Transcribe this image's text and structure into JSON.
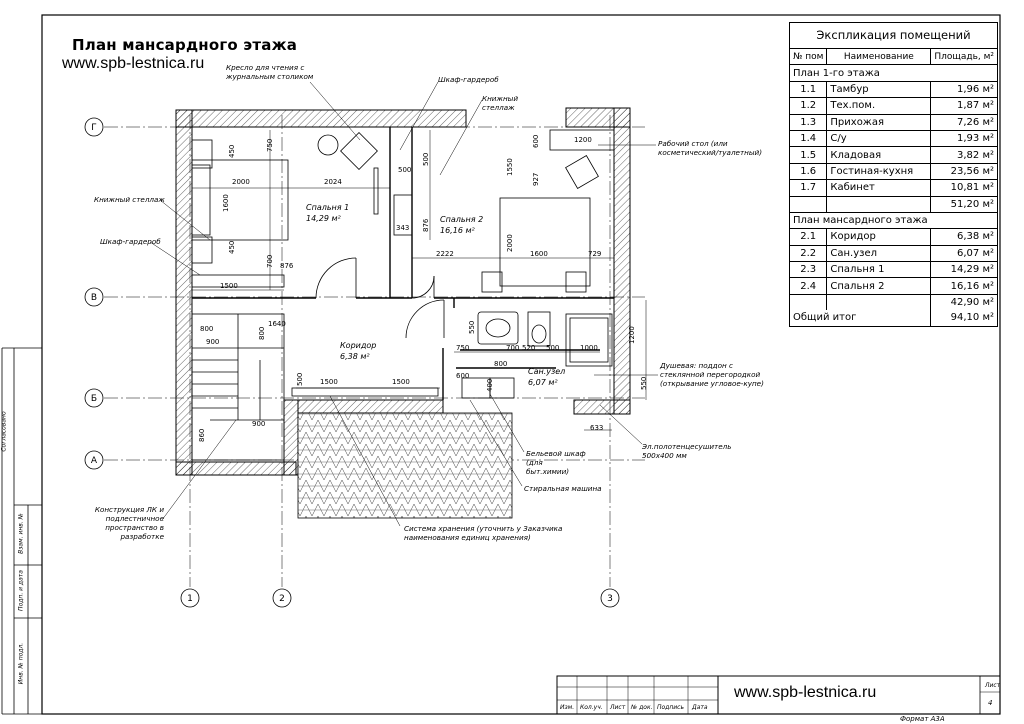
{
  "header": {
    "title": "План мансардного этажа",
    "site_url": "www.spb-lestnica.ru"
  },
  "explication": {
    "caption": "Экспликация помещений",
    "col_num": "№ пом",
    "col_name": "Наименование",
    "col_area": "Площадь, м²",
    "sections": [
      {
        "title": "План 1-го этажа",
        "rooms": [
          {
            "num": "1.1",
            "name": "Тамбур",
            "area": "1,96 м²"
          },
          {
            "num": "1.2",
            "name": "Тех.пом.",
            "area": "1,87 м²"
          },
          {
            "num": "1.3",
            "name": "Прихожая",
            "area": "7,26 м²"
          },
          {
            "num": "1.4",
            "name": "С/у",
            "area": "1,93 м²"
          },
          {
            "num": "1.5",
            "name": "Кладовая",
            "area": "3,82 м²"
          },
          {
            "num": "1.6",
            "name": "Гостиная-кухня",
            "area": "23,56 м²"
          },
          {
            "num": "1.7",
            "name": "Кабинет",
            "area": "10,81 м²"
          }
        ],
        "subtotal": "51,20 м²"
      },
      {
        "title": "План мансардного этажа",
        "rooms": [
          {
            "num": "2.1",
            "name": "Коридор",
            "area": "6,38 м²"
          },
          {
            "num": "2.2",
            "name": "Сан.узел",
            "area": "6,07 м²"
          },
          {
            "num": "2.3",
            "name": "Спальня 1",
            "area": "14,29 м²"
          },
          {
            "num": "2.4",
            "name": "Спальня 2",
            "area": "16,16 м²"
          }
        ],
        "subtotal": "42,90 м²"
      }
    ],
    "total_label": "Общий итог",
    "total_value": "94,10 м²"
  },
  "axes": {
    "rows": [
      "Г",
      "В",
      "Б",
      "А"
    ],
    "cols": [
      "1",
      "2",
      "3"
    ]
  },
  "rooms": {
    "bedroom1": {
      "name": "Спальня 1",
      "area": "14,29 м²"
    },
    "bedroom2": {
      "name": "Спальня 2",
      "area": "16,16 м²"
    },
    "corridor": {
      "name": "Коридор",
      "area": "6,38 м²"
    },
    "bathroom": {
      "name": "Сан.узел",
      "area": "6,07 м²"
    }
  },
  "annotations": {
    "chair": "Кресло для чтения с журнальным столиком",
    "wardrobe_top": "Шкаф-гардероб",
    "bookshelf_top": "Книжный стеллаж",
    "desk": "Рабочий стол (или косметический/туалетный)",
    "bookshelf_left": "Книжный стеллаж",
    "wardrobe_left": "Шкаф-гардероб",
    "shower": "Душевая: поддон с стеклянной перегородкой (открывание угловое-купе)",
    "towel": "Эл.полотенцесушитель 500х400 мм",
    "linen": "Бельевой шкаф (для быт.химии)",
    "washer": "Стиральная машина",
    "storage": "Система хранения (уточнить у Заказчика наименования единиц хранения)",
    "stair": "Конструкция ЛК и подлестничное пространство в разработке"
  },
  "dimensions": {
    "d2024": "2024",
    "d2000": "2000",
    "d1600": "1600",
    "d1500": "1500",
    "d876": "876",
    "d700": "700",
    "d500": "500",
    "d750": "750",
    "d450": "450",
    "d343": "343",
    "d1550": "1550",
    "d927": "927",
    "d600": "600",
    "d1200": "1200",
    "d2222": "2222",
    "d729": "729",
    "d1640": "1640",
    "d800": "800",
    "d860": "860",
    "d900": "900",
    "d550": "550",
    "d520": "520",
    "d1000": "1000",
    "d633": "633",
    "d400": "400"
  },
  "side_labels": {
    "approved": "Согласовано",
    "inv_replace": "Взам. инв. №",
    "sign_date": "Подп. и дата",
    "inv_orig": "Инв. № подл."
  },
  "stamp": {
    "cols": [
      "Изм.",
      "Кол.уч.",
      "Лист",
      "№ док.",
      "Подпись",
      "Дата"
    ],
    "sheet_label": "Лист",
    "sheet_num": "4",
    "format": "Формат А3А",
    "site_url": "www.spb-lestnica.ru"
  }
}
